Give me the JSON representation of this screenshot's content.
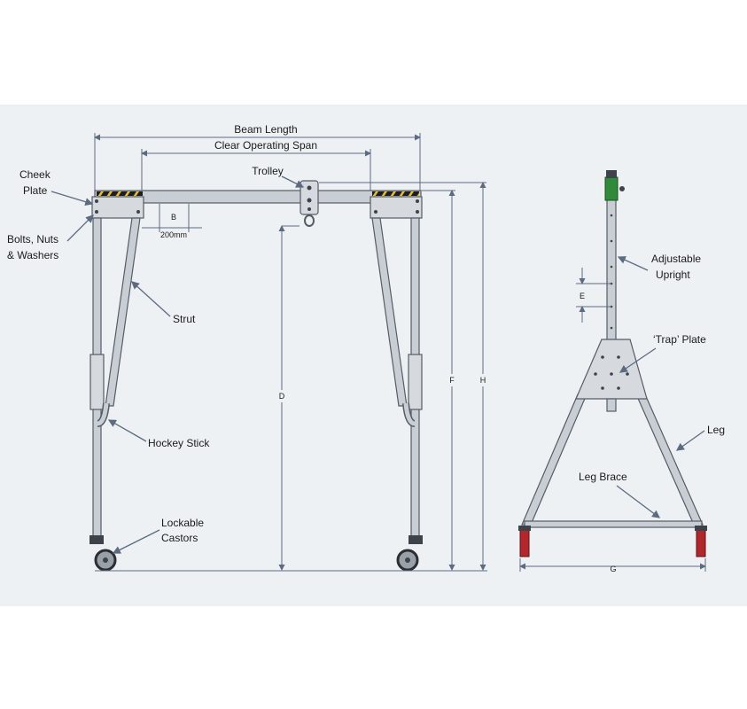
{
  "front_view": {
    "beam_length": "Beam Length",
    "clear_operating_span": "Clear Operating Span",
    "trolley": "Trolley",
    "cheek_plate_line1": "Cheek",
    "cheek_plate_line2": "Plate",
    "bolts_line1": "Bolts, Nuts",
    "bolts_line2": "& Washers",
    "strut": "Strut",
    "hockey_stick": "Hockey Stick",
    "castors_line1": "Lockable",
    "castors_line2": "Castors",
    "dim_b": "B",
    "dim_200mm": "200mm",
    "dim_d": "D",
    "dim_f": "F",
    "dim_h": "H"
  },
  "side_view": {
    "upright_line1": "Adjustable",
    "upright_line2": "Upright",
    "dim_e": "E",
    "trap_plate": "‘Trap’ Plate",
    "leg": "Leg",
    "leg_brace": "Leg Brace",
    "dim_g": "G"
  },
  "colors": {
    "steel": "#c9ced4",
    "hazard_yellow": "#e8c21a",
    "dimension_line": "#5c6b80",
    "upright_top": "#2f8a3a",
    "castor_red": "#b3262b"
  }
}
